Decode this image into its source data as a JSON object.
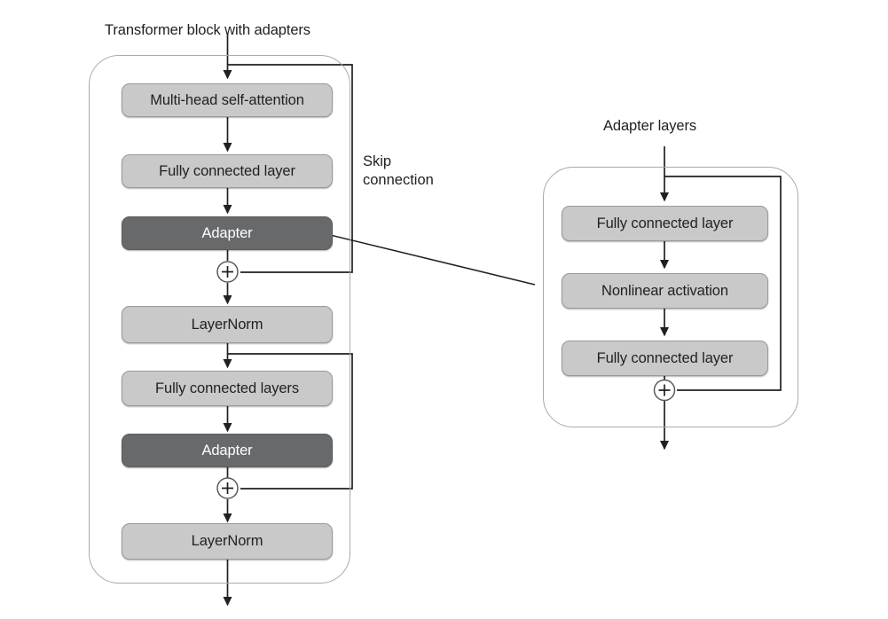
{
  "diagram": {
    "title_left": "Transformer block with adapters",
    "title_right": "Adapter layers",
    "skip_label_line1": "Skip",
    "skip_label_line2": "connection",
    "colors": {
      "light_block": "#c9c9c9",
      "dark_block": "#67696a",
      "outline": "#a9a9a9",
      "text": "#231f20",
      "dark_text": "#ffffff",
      "wire": "#231f20"
    },
    "left_panel": {
      "name": "transformer-block-panel",
      "nodes": [
        {
          "id": "multi-head-self-attention",
          "label": "Multi-head  self-attention",
          "style": "light"
        },
        {
          "id": "fully-connected-layer-1",
          "label": "Fully connected layer",
          "style": "light"
        },
        {
          "id": "adapter-1",
          "label": "Adapter",
          "style": "dark"
        },
        {
          "id": "layernorm-1",
          "label": "LayerNorm",
          "style": "light"
        },
        {
          "id": "fully-connected-layers",
          "label": "Fully connected layers",
          "style": "light"
        },
        {
          "id": "adapter-2",
          "label": "Adapter",
          "style": "dark"
        },
        {
          "id": "layernorm-2",
          "label": "LayerNorm",
          "style": "light"
        }
      ],
      "adders": [
        {
          "id": "add-1",
          "label": "+"
        },
        {
          "id": "add-2",
          "label": "+"
        }
      ]
    },
    "right_panel": {
      "name": "adapter-layers-panel",
      "nodes": [
        {
          "id": "fc-layer-down",
          "label": "Fully connected layer",
          "style": "light"
        },
        {
          "id": "nonlinear-activation",
          "label": "Nonlinear activation",
          "style": "light"
        },
        {
          "id": "fc-layer-up",
          "label": "Fully connected layer",
          "style": "light"
        }
      ],
      "adders": [
        {
          "id": "add-3",
          "label": "+"
        }
      ]
    }
  }
}
